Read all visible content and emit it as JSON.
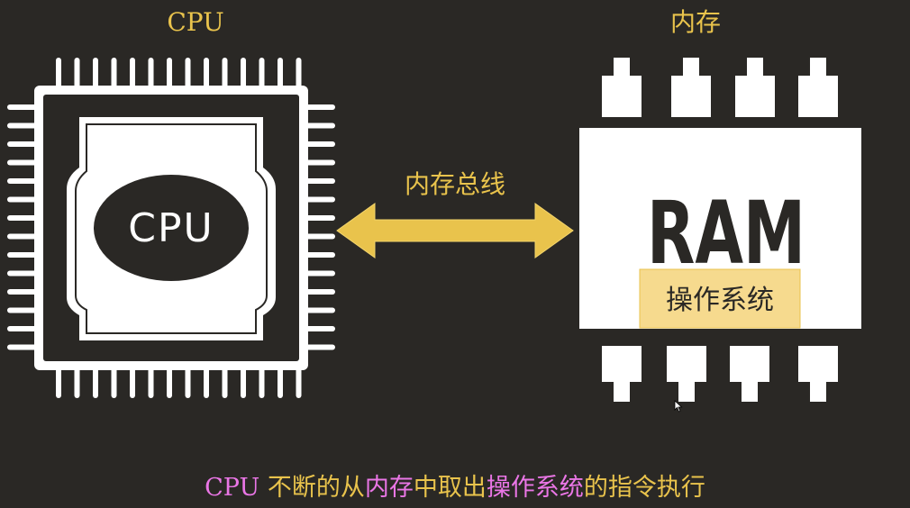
{
  "labels": {
    "cpu_heading": "CPU",
    "memory_heading": "内存",
    "bus_label": "内存总线",
    "cpu_core": "CPU",
    "ram": "RAM",
    "os": "操作系统"
  },
  "caption": {
    "part1": "CPU",
    "part2": " 不断的从",
    "part3": "内存",
    "part4": "中取出",
    "part5": "操作系统",
    "part6": "的指令执行"
  },
  "colors": {
    "background": "#2a2825",
    "accent_gold": "#e9c34c",
    "accent_pink": "#ea76e6",
    "chip_white": "#ffffff",
    "os_box": "#f6da8e"
  },
  "icons": [
    "cpu-chip-icon",
    "ram-chip-icon",
    "bidirectional-arrow-icon",
    "mouse-cursor-icon"
  ]
}
